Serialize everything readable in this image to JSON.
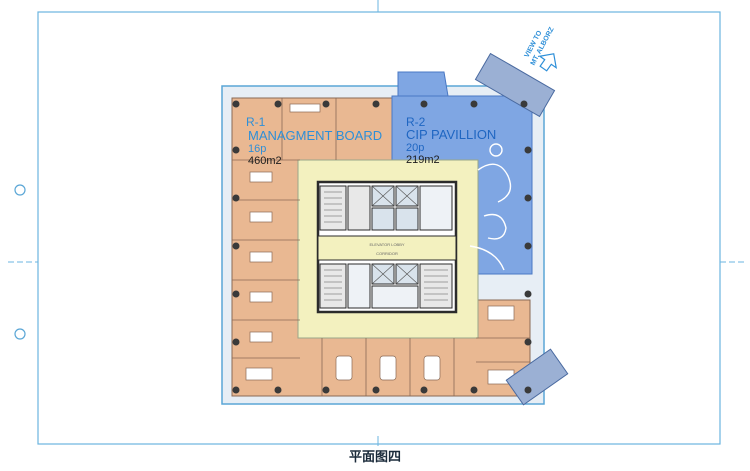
{
  "caption": "平面图四",
  "compass": {
    "line1": "VIEW TO",
    "line2": "MT. ALBORZ"
  },
  "zones": {
    "management": {
      "code": "R-1",
      "name": "MANAGMENT BOARD",
      "people": "16p",
      "area": "460m2"
    },
    "cip": {
      "code": "R-2",
      "name": "CIP PAVILLION",
      "people": "20p",
      "area": "219m2"
    }
  },
  "core": {
    "lobby_label": "ELEVATOR LOBBY",
    "corridor_label": "CORRIDOR"
  },
  "colors": {
    "office": "#e9b892",
    "core_ring": "#f3f1bf",
    "cip": "#7fa6e3",
    "lines": "#5aa6d6",
    "label_blue": "#2e8fd8",
    "dark": "#2b2b2b"
  }
}
